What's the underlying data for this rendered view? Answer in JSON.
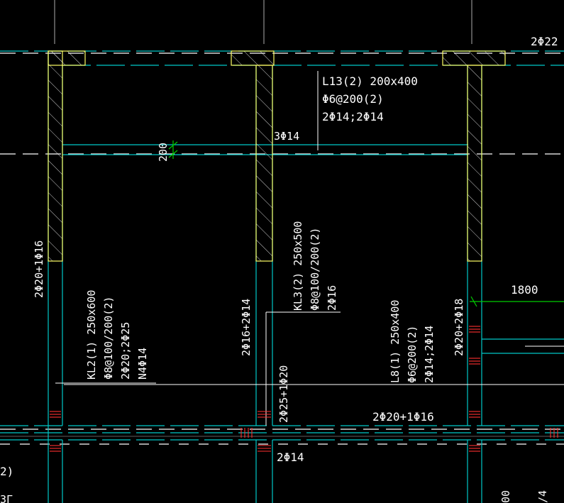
{
  "colors": {
    "background": "#000000",
    "beam_edge": "#00c8c8",
    "wall": "#ffff66",
    "text": "#ffffff",
    "grid": "#ffffff",
    "dimension": "#00cc00",
    "rebar_mark": "#ff3030"
  },
  "labels": {
    "top_right": "2Φ22 -",
    "l13_name": "L13(2) 200x400",
    "l13_stirrup": "Φ6@200(2)",
    "l13_bars": "2Φ14;2Φ14",
    "bar_3": "3Φ14",
    "dim_200": "200",
    "left_vertical": "2Φ20+1Φ16",
    "kl2_name": "KL2(1) 250x600",
    "kl2_stirrup": "Φ8@100/200(2)",
    "kl2_bars": "2Φ20;2Φ25",
    "kl2_side": "N4Φ14",
    "kl3_name": "KL3(2) 250x500",
    "kl3_stirrup": "Φ8@100/200(2)",
    "kl3_bars": "2Φ16",
    "kl3_left": "2Φ16+2Φ14",
    "kl3_bottom": "2Φ25+1Φ20",
    "l8_name": "L8(1) 250x400",
    "l8_stirrup": "Φ6@200(2)",
    "l8_bars": "2Φ14;2Φ14",
    "right_vertical": "2Φ20+2Φ18",
    "dim_1800": "1800",
    "bottom_beam": "2Φ20+1Φ16",
    "bar_2_14": "2Φ14",
    "left_edge_paren": "2)",
    "left_edge_bottom": "ЗГ",
    "right_edge_a": "00",
    "right_edge_b": "/4"
  }
}
